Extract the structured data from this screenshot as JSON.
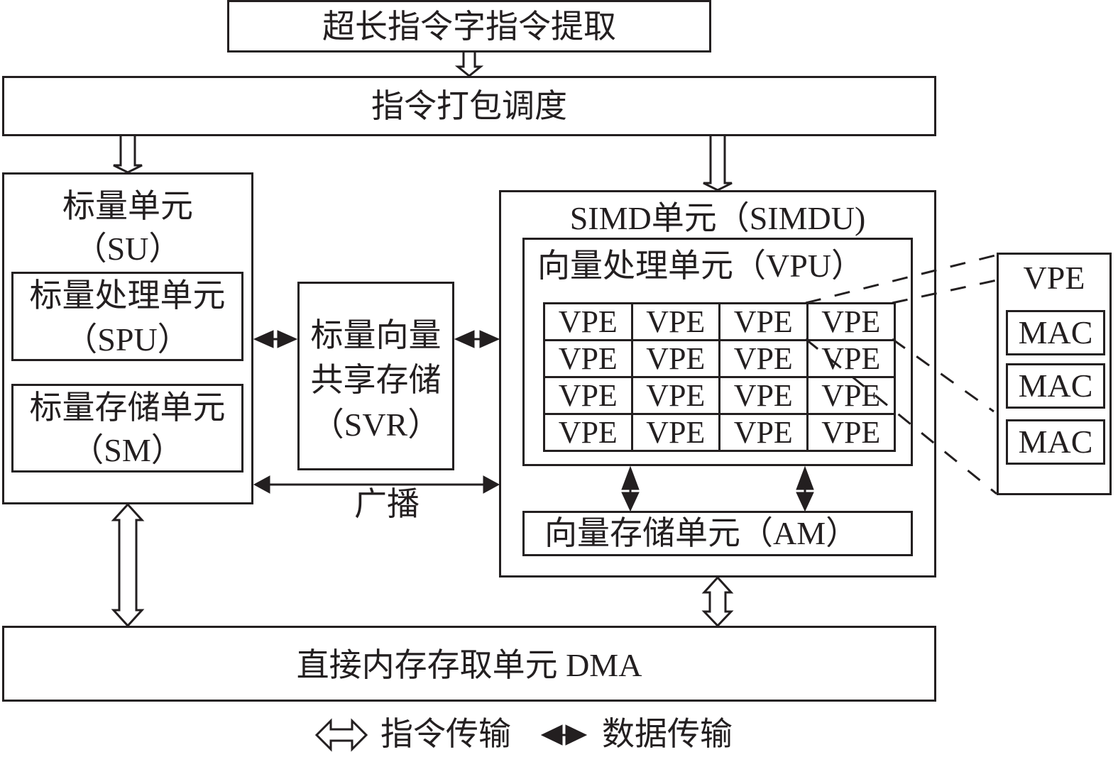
{
  "diagram": {
    "vliw_fetch": "超长指令字指令提取",
    "dispatch": "指令打包调度",
    "scalar_unit": {
      "title": "标量单元",
      "abbr": "（SU）"
    },
    "spu": {
      "title": "标量处理单元",
      "abbr": "（SPU）"
    },
    "sm": {
      "title": "标量存储单元",
      "abbr": "（SM）"
    },
    "svr": {
      "line1": "标量向量",
      "line2": "共享存储",
      "abbr": "（SVR）"
    },
    "broadcast": "广播",
    "simd_unit": {
      "title": "SIMD单元（SIMDU)"
    },
    "vpu": {
      "title": "向量处理单元（VPU）"
    },
    "vpe_grid": {
      "rows": 4,
      "cols": 4,
      "cells": [
        [
          "VPE",
          "VPE",
          "VPE",
          "VPE"
        ],
        [
          "VPE",
          "VPE",
          "VPE",
          "VPE"
        ],
        [
          "VPE",
          "VPE",
          "VPE",
          "VPE"
        ],
        [
          "VPE",
          "VPE",
          "VPE",
          "VPE"
        ]
      ]
    },
    "am": {
      "title": "向量存储单元（AM）"
    },
    "vpe_detail": {
      "title": "VPE",
      "macs": [
        "MAC",
        "MAC",
        "MAC"
      ]
    },
    "dma": "直接内存存取单元 DMA"
  },
  "legend": {
    "instruction_transfer": "指令传输",
    "data_transfer": "数据传输"
  }
}
